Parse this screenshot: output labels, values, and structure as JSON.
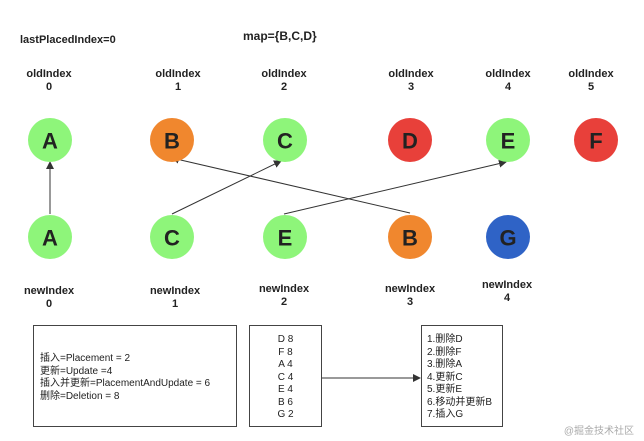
{
  "header": {
    "last_placed_index": "lastPlacedIndex=0",
    "map": "map={B,C,D}"
  },
  "old_row": [
    {
      "label": "oldIndex",
      "index": "0",
      "letter": "A",
      "color": "#8ef57a"
    },
    {
      "label": "oldIndex",
      "index": "1",
      "letter": "B",
      "color": "#f0872e"
    },
    {
      "label": "oldIndex",
      "index": "2",
      "letter": "C",
      "color": "#8ef57a"
    },
    {
      "label": "oldIndex",
      "index": "3",
      "letter": "D",
      "color": "#e8403a"
    },
    {
      "label": "oldIndex",
      "index": "4",
      "letter": "E",
      "color": "#8ef57a"
    },
    {
      "label": "oldIndex",
      "index": "5",
      "letter": "F",
      "color": "#e8403a"
    }
  ],
  "new_row": [
    {
      "label": "newIndex",
      "index": "0",
      "letter": "A",
      "color": "#8ef57a"
    },
    {
      "label": "newIndex",
      "index": "1",
      "letter": "C",
      "color": "#8ef57a"
    },
    {
      "label": "newIndex",
      "index": "2",
      "letter": "E",
      "color": "#8ef57a"
    },
    {
      "label": "newIndex",
      "index": "3",
      "letter": "B",
      "color": "#f0872e"
    },
    {
      "label": "newIndex",
      "index": "4",
      "letter": "G",
      "color": "#2f63c6"
    }
  ],
  "legend_box": {
    "lines": [
      "插入=Placement = 2",
      "更新=Update =4",
      "插入并更新=PlacementAndUpdate = 6",
      "删除=Deletion = 8"
    ]
  },
  "flags_box": {
    "lines": [
      "D 8",
      "F 8",
      "A 4",
      "C 4",
      "E 4",
      "B 6",
      "G 2"
    ]
  },
  "ops_box": {
    "lines": [
      "1.删除D",
      "2.删除F",
      "3.删除A",
      "4.更新C",
      "5.更新E",
      "6.移动并更新B",
      "7.插入G"
    ]
  },
  "watermark": "@掘金技术社区"
}
